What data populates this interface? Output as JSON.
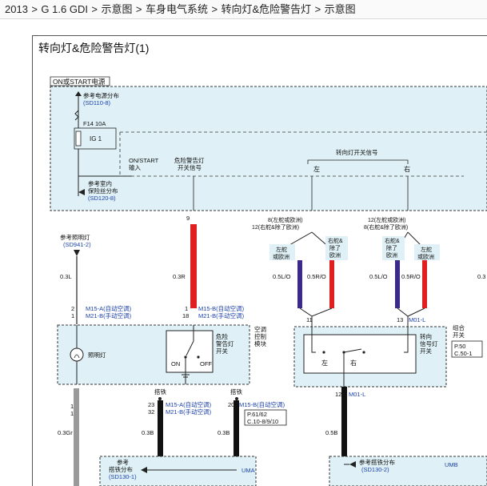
{
  "breadcrumb": [
    "2013",
    "G 1.6 GDI",
    "示意图",
    "车身电气系统",
    "转向灯&危险警告灯",
    "示意图"
  ],
  "breadcrumb_sep": ">",
  "diagram": {
    "title": "转向灯&危险警告灯(1)",
    "power_label": "ON或START电源",
    "ref_power1": "参考电源分布",
    "ref_power1_code": "(SD110-8)",
    "fuse_label": "F14 10A",
    "fuse_name": "IG 1",
    "ref_power2_l1": "参考室内",
    "ref_power2_l2": "保险丝分布",
    "ref_power2_code": "(SD120-8)",
    "on_start_l1": "ON/START",
    "on_start_l2": "输入",
    "hazard_sig_l1": "危险警告灯",
    "hazard_sig_l2": "开关信号",
    "turn_sig": "转向灯开关信号",
    "left": "左",
    "right": "右",
    "pin9": "9",
    "pin8_l1": "8(左舵或欧洲)",
    "pin8_l2": "12(右舵&除了欧洲)",
    "pin12_l1": "12(左舵或欧洲)",
    "pin12_l2": "8(右舵&除了欧洲)",
    "ref_lamp": "参考照明灯",
    "ref_lamp_code": "(SD941-2)",
    "lhd_eu": [
      "左舵",
      "或欧洲"
    ],
    "rhd_noneu": [
      "右舵&",
      "除了",
      "欧洲"
    ],
    "w_03L": "0.3L",
    "w_03R": "0.3R",
    "w_05LO": "0.5L/O",
    "w_05RO": "0.5R/O",
    "w_03Gr": "0.3Gr",
    "w_03B": "0.3B",
    "w_05B": "0.5B",
    "w_03_cut": "0.3",
    "c_lamp_pins": [
      "2",
      "1"
    ],
    "c_lamp_names": [
      "M15-A(自动空调)",
      "M21-B(手动空调)"
    ],
    "c_haz_pins": [
      "1",
      "18"
    ],
    "c_haz_names": [
      "M15-B(自动空调)",
      "M21-B(手动空调)"
    ],
    "pin11": "11",
    "pin13": "13",
    "m01l": "M01-L",
    "ac_module": [
      "空调",
      "控制",
      "模块"
    ],
    "lamp_name": "照明灯",
    "haz_switch": [
      "危险",
      "警告灯",
      "开关"
    ],
    "on": "ON",
    "off": "OFF",
    "combo_switch": [
      "组合",
      "开关"
    ],
    "turn_switch": [
      "转向",
      "信号灯",
      "开关"
    ],
    "p50": "P.50",
    "c50": "C.50-1",
    "ground": "搭铁",
    "b_lamp_pins": [
      "11",
      "16"
    ],
    "b_mid_pins": [
      "23",
      "32"
    ],
    "b_mid_names": [
      "M15-A(自动空调)",
      "M21-B(手动空调)"
    ],
    "b_pin20": "20",
    "b_m15b": "M15-B(自动空调)",
    "b_ref_p": "P.61/62",
    "b_ref_c": "C.10-8/9/10",
    "pin12": "12",
    "ref_gnd_l1": "参考",
    "ref_gnd_l2": "搭铁分布",
    "ref_gnd_code": "(SD130-1)",
    "uma": "UMA",
    "ref_gnd2": "参考搭铁分布",
    "ref_gnd2_code": "(SD130-2)",
    "umb": "UMB"
  },
  "colors": {
    "box_fill": "#dff1f6",
    "link_blue": "#1a3faa",
    "wire_red": "#e02020",
    "wire_black": "#111111",
    "wire_gray": "#9a9a9a",
    "wire_violet": "#3b2a8a"
  }
}
